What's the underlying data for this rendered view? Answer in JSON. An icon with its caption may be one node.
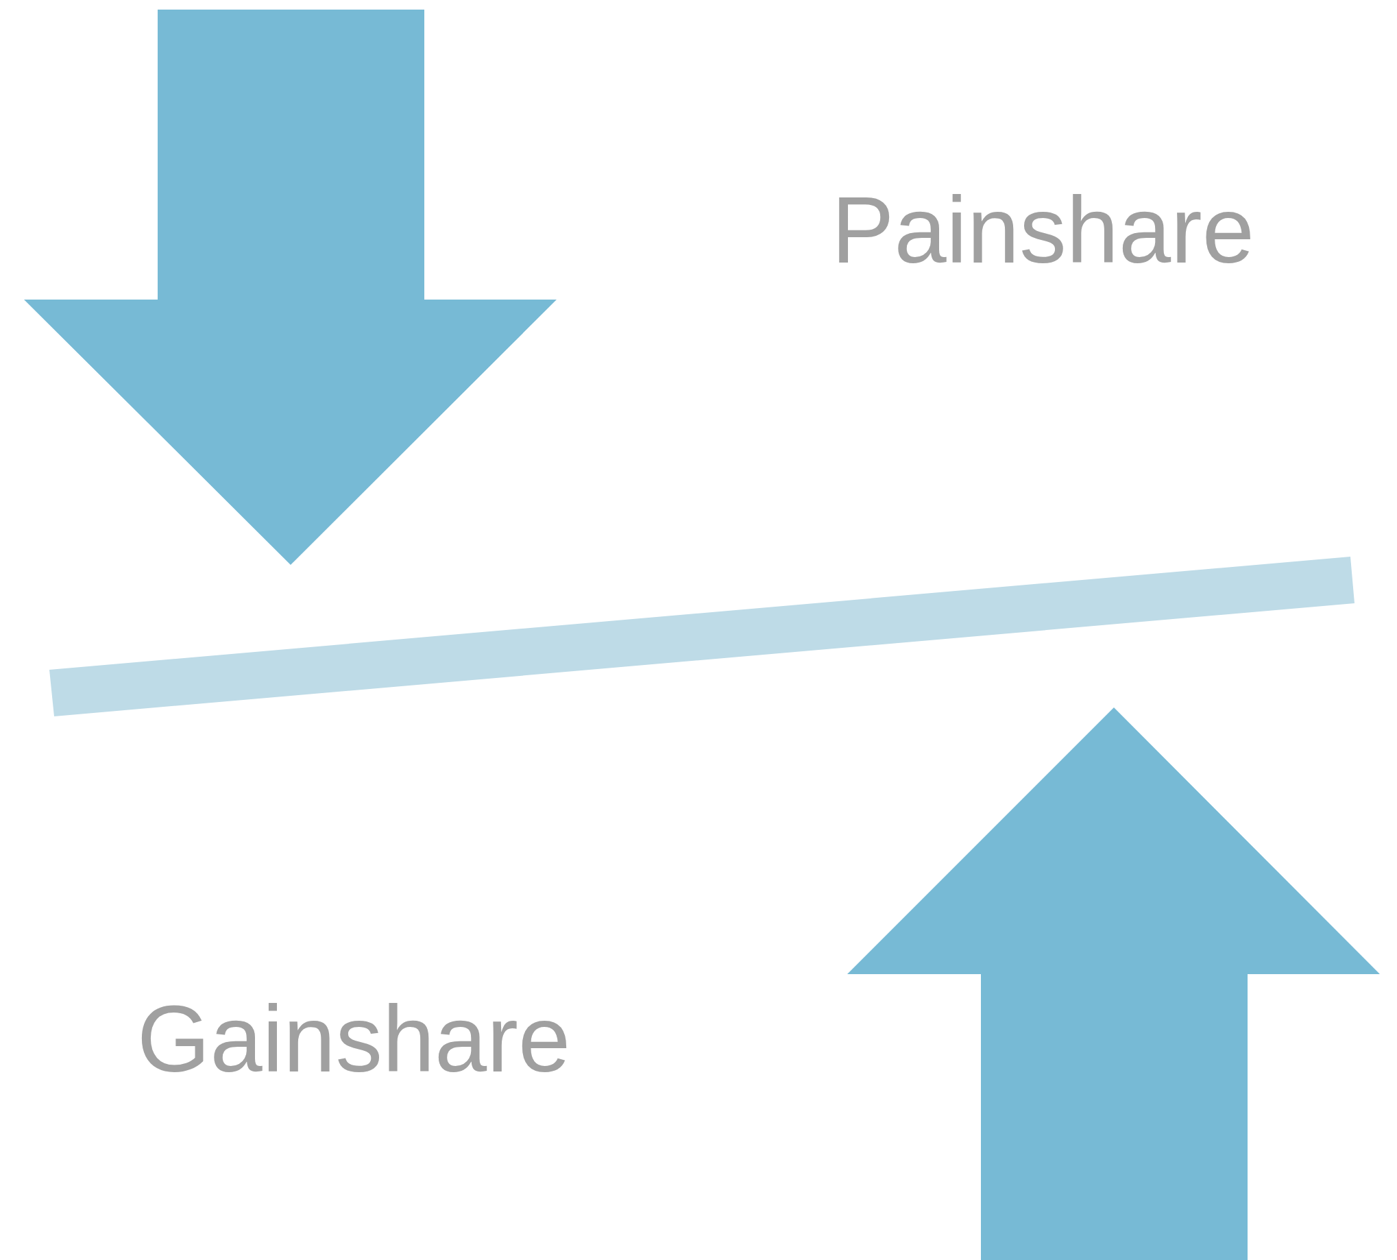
{
  "diagram": {
    "nodes": [
      {
        "text": [],
        "shape": "bar"
      }
    ],
    "labels": [
      "Painshare",
      "Gainshare"
    ]
  }
}
